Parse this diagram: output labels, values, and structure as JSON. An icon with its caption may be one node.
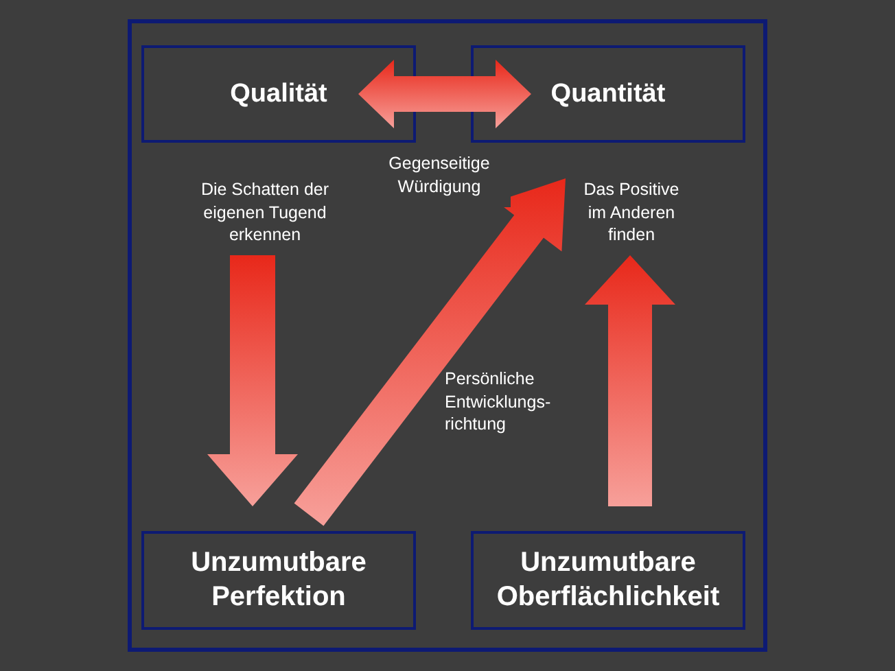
{
  "diagram": {
    "nodes": [
      {
        "text": [],
        "shape": "box"
      },
      {
        "text": [
          "Qualität"
        ],
        "in": 0
      },
      {
        "text": [
          "Quantität"
        ],
        "in": 0
      },
      {
        "text": [
          "Unzumutbare Perfektion"
        ],
        "in": 0
      },
      {
        "text": [
          "Unzumutbare Oberflächlichkeit"
        ],
        "in": 0
      }
    ],
    "edges": [
      {
        "from": 1,
        "to": 2,
        "arrow": "both",
        "label": "Gegenseitige Würdigung"
      },
      {
        "from": 1,
        "to": 3,
        "arrow": "to"
      },
      {
        "from": 3,
        "to": 2,
        "arrow": "to",
        "label": "Persönliche Entwicklungs- richtung"
      },
      {
        "from": 4,
        "to": 2,
        "arrow": "to"
      }
    ],
    "labels": [
      "Die Schatten der eigenen Tugend erkennen",
      "Das Positive im Anderen finden"
    ]
  }
}
